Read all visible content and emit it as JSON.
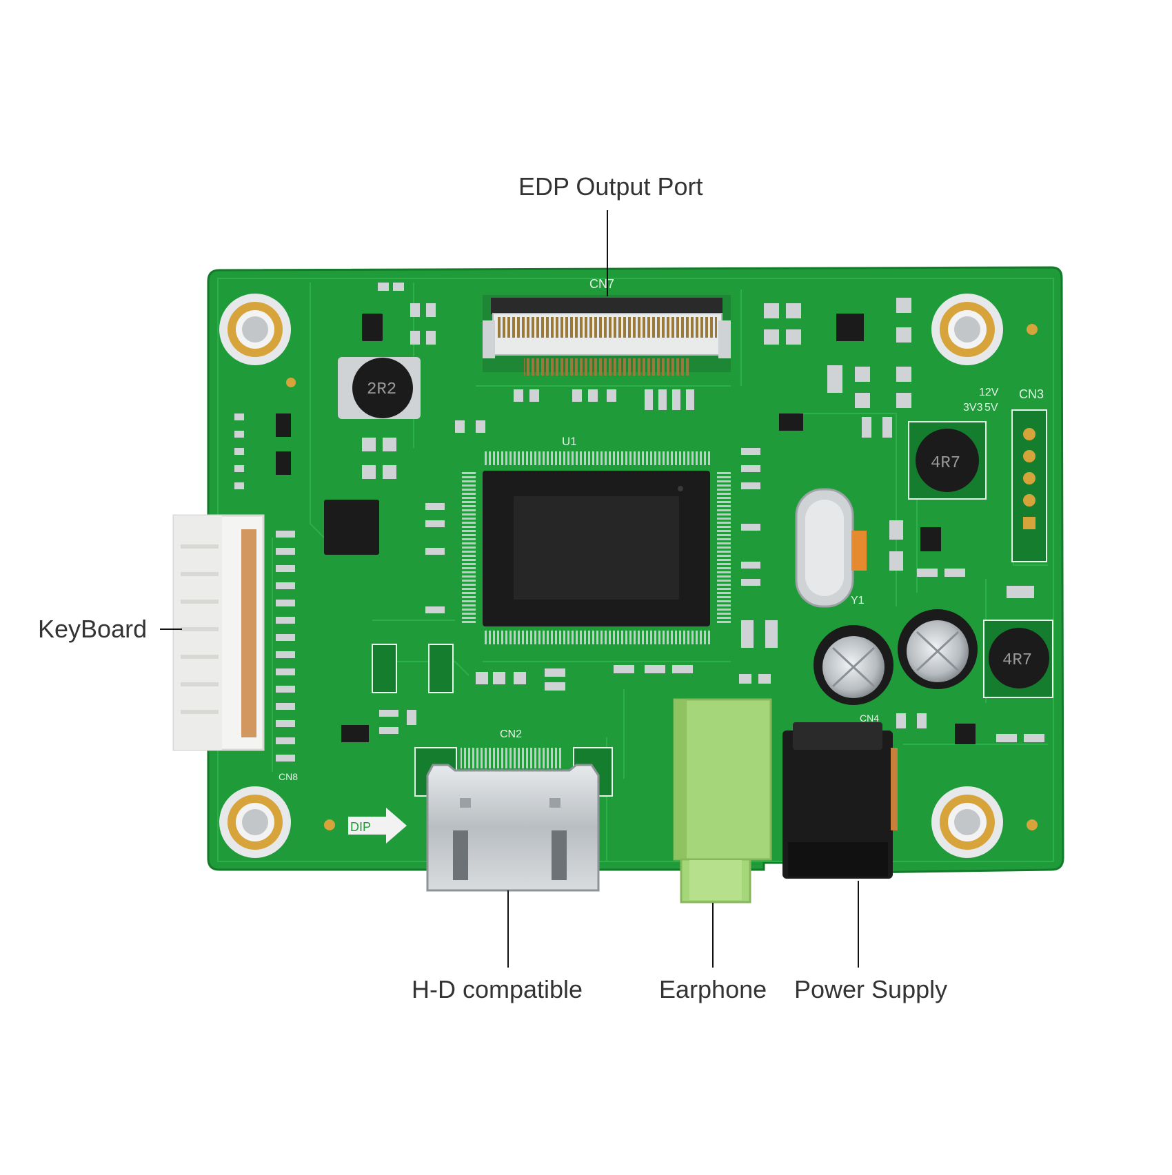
{
  "labels": {
    "edp_output_port": "EDP Output Port",
    "keyboard": "KeyBoard",
    "hd_compatible": "H-D compatible",
    "earphone": "Earphone",
    "power_supply": "Power Supply"
  },
  "board_markings": {
    "connector_top": "CN7",
    "connector_hdmi": "CN2",
    "connector_keyboard": "CN8",
    "connector_right": "CN3",
    "connector_power": "CN4",
    "main_ic": "U1",
    "inductor_left": "2R2",
    "inductor_right_top": "4R7",
    "inductor_right_bottom": "4R7",
    "crystal": "Y1",
    "dip_switch": "DIP",
    "voltage_12v": "12V",
    "voltage_3v3": "3V3",
    "voltage_5v": "5V"
  },
  "colors": {
    "pcb_green": "#1f9b3a",
    "pcb_dark_green": "#137a2a",
    "trace_green": "#2cb04a",
    "pad_gold": "#d7a33b",
    "silver": "#cfd3d6",
    "jack_green": "#a6d67a",
    "chip_black": "#1b1b1b",
    "label_text": "#333333",
    "leader_line": "#111111"
  }
}
